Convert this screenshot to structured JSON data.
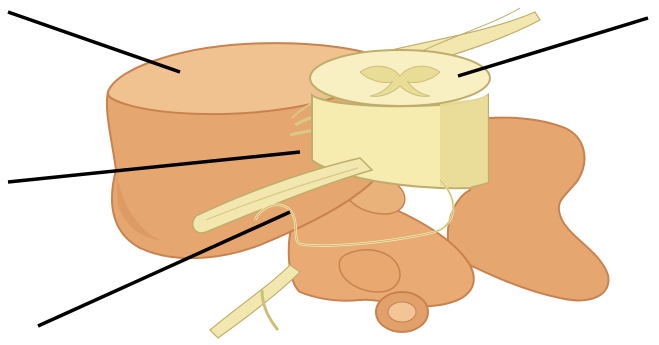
{
  "figure": {
    "colors": {
      "background": "#ffffff",
      "vertebra": "#e6a66f",
      "vertebra_shadow": "#c9824f",
      "disc_top": "#f0c28f",
      "spinal_cord": "#f6ecb0",
      "spinal_cord_shadow": "#d8cf8f",
      "grey_matter": "#e9dc97",
      "nerve": "#f3e7b0",
      "nerve_outline": "#bfae6b",
      "leader_line": "#000000"
    },
    "leader_lines": [
      {
        "name": "leader-line-vertebral-body",
        "points_to": "vertebral-body"
      },
      {
        "name": "leader-line-spinal-cord",
        "points_to": "spinal-cord"
      },
      {
        "name": "leader-line-spinal-nerve",
        "points_to": "spinal-nerve"
      },
      {
        "name": "leader-line-vertebral-arch",
        "points_to": "vertebral-arch"
      }
    ]
  }
}
